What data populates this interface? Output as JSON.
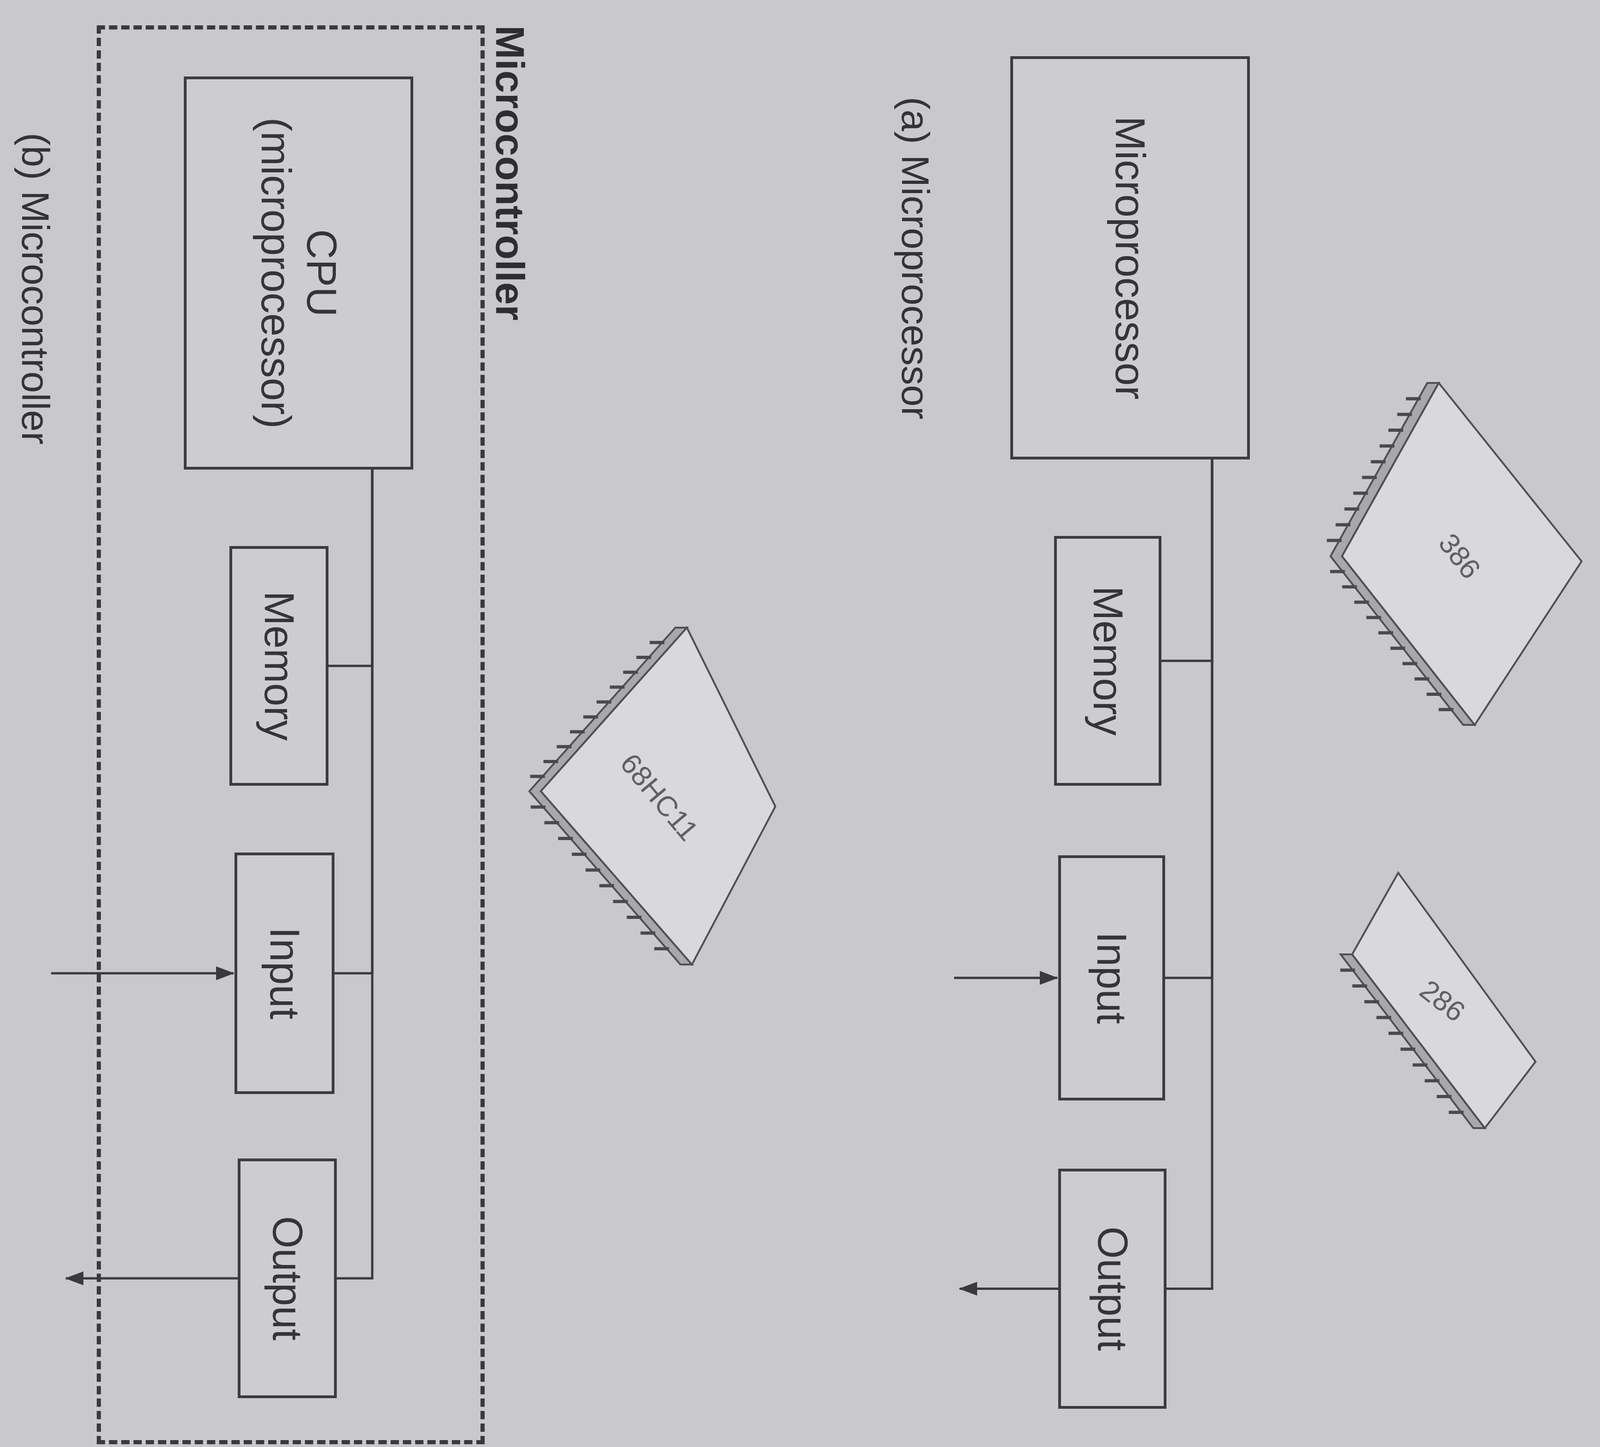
{
  "diagram": {
    "nodes": [
      {
        "text": [
          "Microprocessor"
        ]
      },
      {
        "text": [
          "Memory"
        ]
      },
      {
        "text": [
          "Input"
        ]
      },
      {
        "text": [
          "Output"
        ]
      },
      {
        "text": [
          "Microcontroller"
        ]
      },
      {
        "text": [
          "CPU (microprocessor)"
        ],
        "in": 4
      },
      {
        "text": [
          "Memory"
        ],
        "in": 4
      },
      {
        "text": [
          "Input"
        ],
        "in": 4
      },
      {
        "text": [
          "Output"
        ],
        "in": 4
      }
    ],
    "edges": [
      {
        "from": 0,
        "to": 1,
        "arrow": "none"
      },
      {
        "from": 0,
        "to": 2,
        "arrow": "none"
      },
      {
        "from": 0,
        "to": 3,
        "arrow": "none"
      },
      {
        "from": 5,
        "to": 6,
        "arrow": "none"
      },
      {
        "from": 5,
        "to": 7,
        "arrow": "none"
      },
      {
        "from": 5,
        "to": 8,
        "arrow": "none"
      }
    ],
    "labels": [
      "386",
      "286",
      "68HC11",
      "(a) Microprocessor",
      "(b) Microcontroller"
    ]
  }
}
